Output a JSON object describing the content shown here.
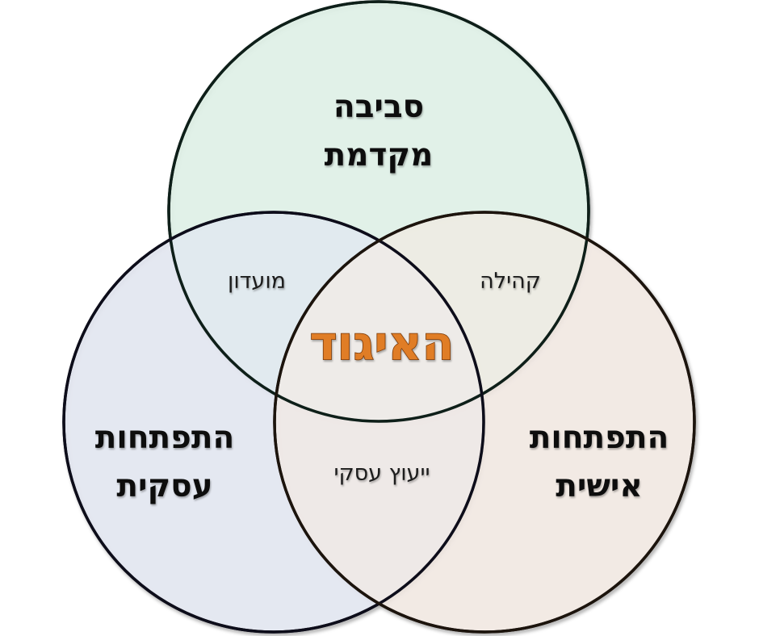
{
  "diagram": {
    "type": "venn-3",
    "circles": [
      {
        "id": "top",
        "lines": [
          "סביבה",
          "מקדמת"
        ],
        "fill": "#dff7ea",
        "stroke": "#0e1f19"
      },
      {
        "id": "left",
        "lines": [
          "התפתחות",
          "עסקית"
        ],
        "fill": "#e3e9f7",
        "stroke": "#0d0d1a"
      },
      {
        "id": "right",
        "lines": [
          "התפתחות",
          "אישית"
        ],
        "fill": "#f9ede3",
        "stroke": "#1c140d"
      }
    ],
    "overlaps": {
      "top_left": "מועדון",
      "top_right": "קהילה",
      "left_right": "ייעוץ עסקי"
    },
    "center": {
      "label": "האיגוד",
      "color": "#e07d26"
    }
  }
}
